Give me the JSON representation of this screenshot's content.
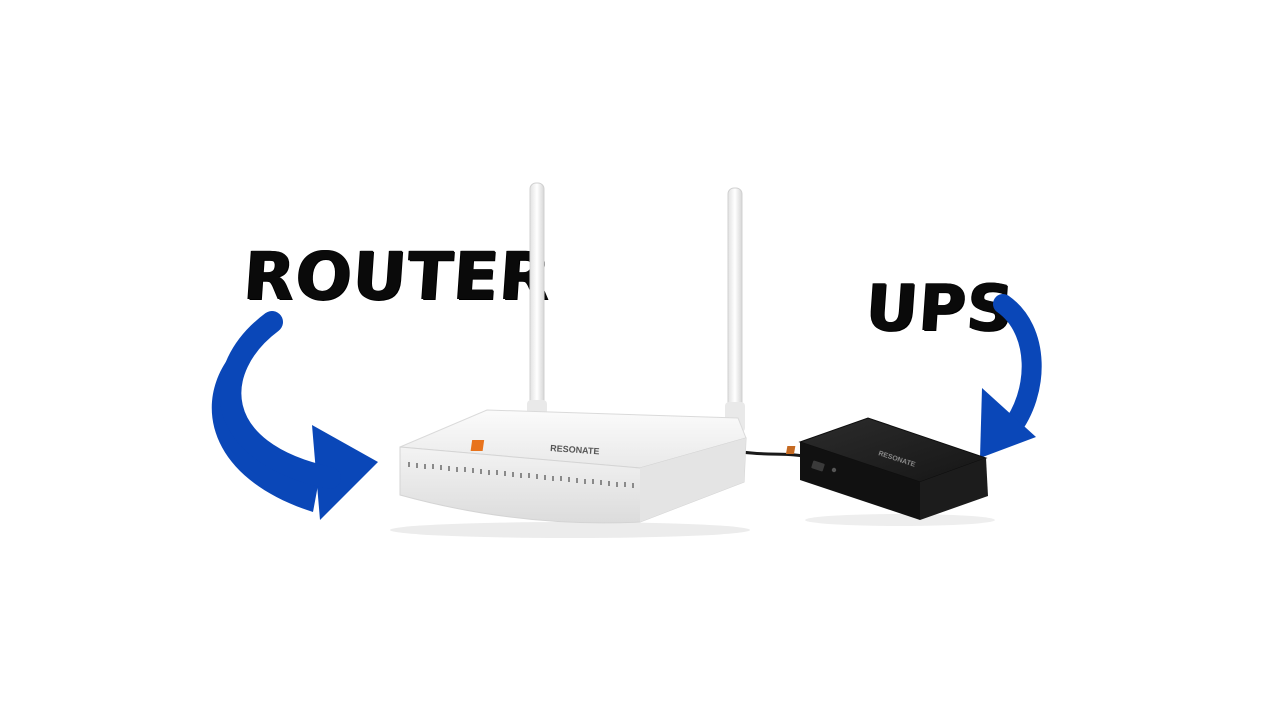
{
  "labels": {
    "router": "ROUTER",
    "ups": "UPS"
  },
  "router": {
    "brand": "RESONATE",
    "logo_color": "#e8731c"
  },
  "ups": {
    "brand": "RESONATE"
  },
  "colors": {
    "arrow": "#0a47b8",
    "label_text": "#0a0a0a",
    "router_body": "#f3f3f3",
    "ups_body": "#1a1a1a",
    "background": "#ffffff"
  },
  "icons": {
    "router_arrow": "curved-arrow-right",
    "ups_arrow": "curved-arrow-down"
  }
}
